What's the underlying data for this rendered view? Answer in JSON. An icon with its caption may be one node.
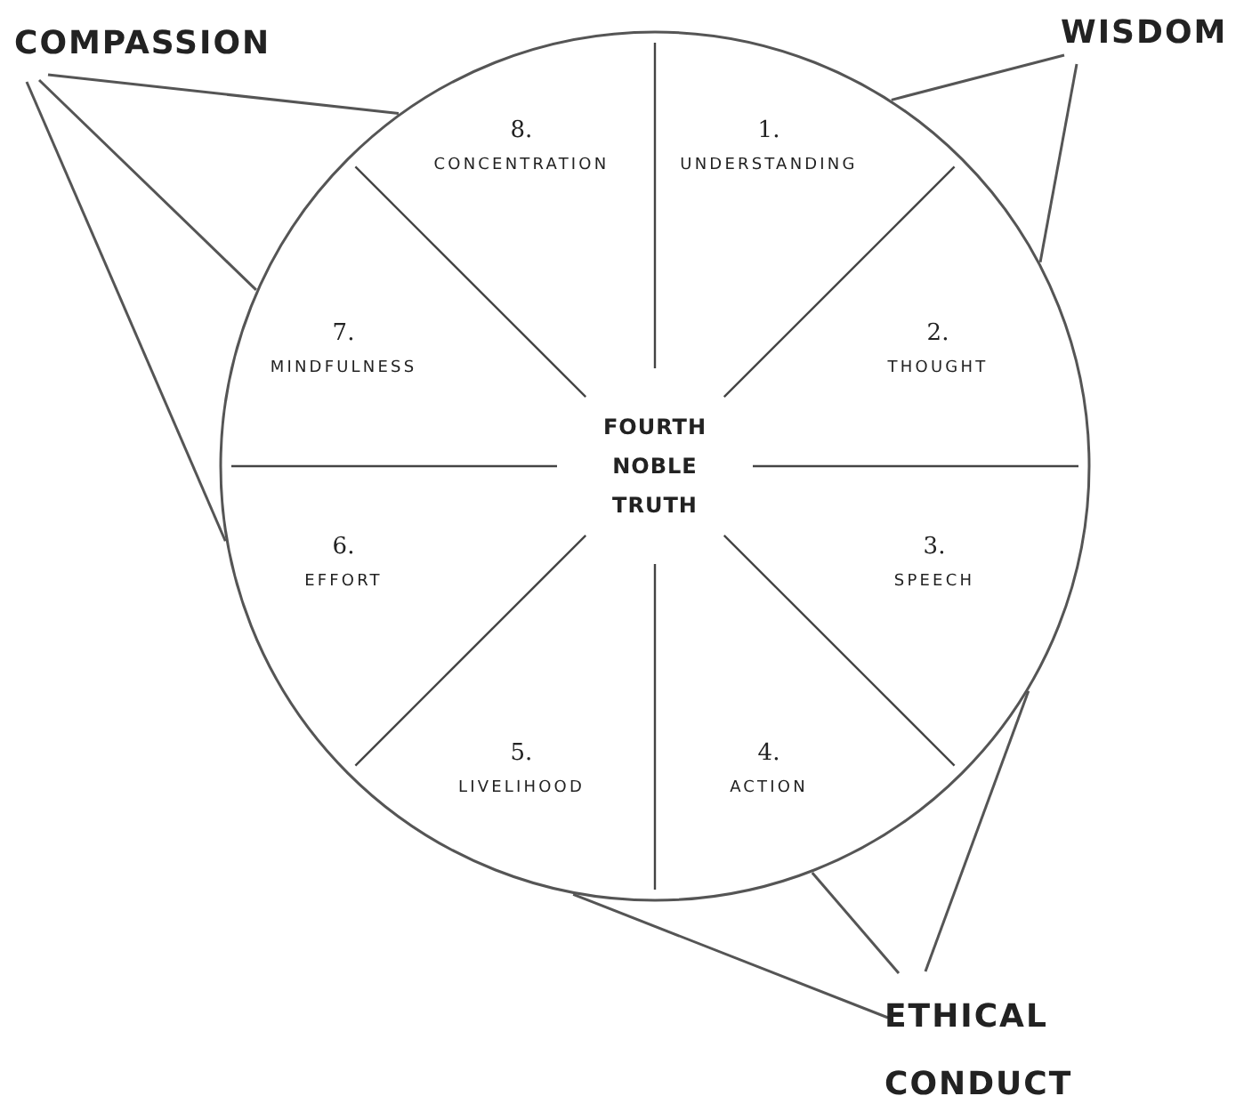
{
  "diagram": {
    "nodes": [
      {
        "text": [
          "COMPASSION"
        ]
      },
      {
        "text": [
          "WISDOM"
        ]
      },
      {
        "text": [
          "FOURTH NOBLE TRUTH"
        ]
      },
      {
        "text": [
          "1.",
          "UNDERSTANDING"
        ],
        "in": 2
      },
      {
        "text": [
          "2.",
          "THOUGHT"
        ],
        "in": 2
      },
      {
        "text": [
          "3.",
          "SPEECH"
        ],
        "in": 2
      },
      {
        "text": [
          "4.",
          "ACTION"
        ],
        "in": 2
      },
      {
        "text": [
          "5.",
          "LIVELIHOOD"
        ],
        "in": 2
      },
      {
        "text": [
          "6.",
          "EFFORT"
        ],
        "in": 2
      },
      {
        "text": [
          "7.",
          "MINDFULNESS"
        ],
        "in": 2
      },
      {
        "text": [
          "8.",
          "CONCENTRATION"
        ],
        "in": 2
      },
      {
        "text": [
          "ETHICAL CONDUCT"
        ]
      }
    ],
    "edges": [
      {
        "from": 0,
        "to": 10,
        "arrow": "none"
      },
      {
        "from": 0,
        "to": 9,
        "arrow": "none"
      },
      {
        "from": 0,
        "to": 8,
        "arrow": "none"
      },
      {
        "from": 1,
        "to": 3,
        "arrow": "none"
      },
      {
        "from": 1,
        "to": 4,
        "arrow": "none"
      },
      {
        "from": 11,
        "to": 7,
        "arrow": "none"
      },
      {
        "from": 11,
        "to": 6,
        "arrow": "none"
      },
      {
        "from": 11,
        "to": 5,
        "arrow": "none"
      }
    ]
  }
}
